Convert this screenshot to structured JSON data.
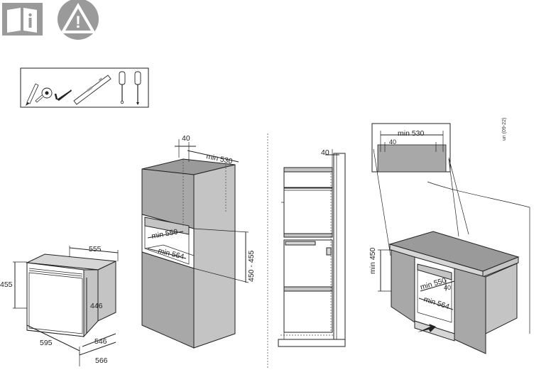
{
  "icons": {
    "manual": "manual-info-icon",
    "warning": "warning-triangle-icon",
    "warning_symbol": "!",
    "tools": [
      "pencil-icon",
      "tape-measure-icon",
      "allen-key-icon",
      "spirit-level-icon",
      "screwdriver-icon",
      "screwdriver-icon"
    ]
  },
  "oven": {
    "depth": "555",
    "height": "455",
    "inner_height": "446",
    "width": "595",
    "depth_front": "546",
    "depth_total": "566"
  },
  "tall_cabinet": {
    "gap_top": "40",
    "depth_top": "min 530",
    "niche_depth": "min 550",
    "niche_width": "min 564",
    "niche_height": "450 - 455"
  },
  "side_view": {
    "gap": "40"
  },
  "undercounter": {
    "inset_depth": "min 530",
    "inset_gap": "40",
    "revision_code": "un (09-22)",
    "niche_height": "min 450",
    "niche_depth": "min 550",
    "niche_width": "min 564",
    "niche_gap": "40"
  },
  "colors": {
    "icon_gray": "#9a9a9a",
    "cabinet_gray": "#a8a8a8",
    "line": "#222222"
  }
}
